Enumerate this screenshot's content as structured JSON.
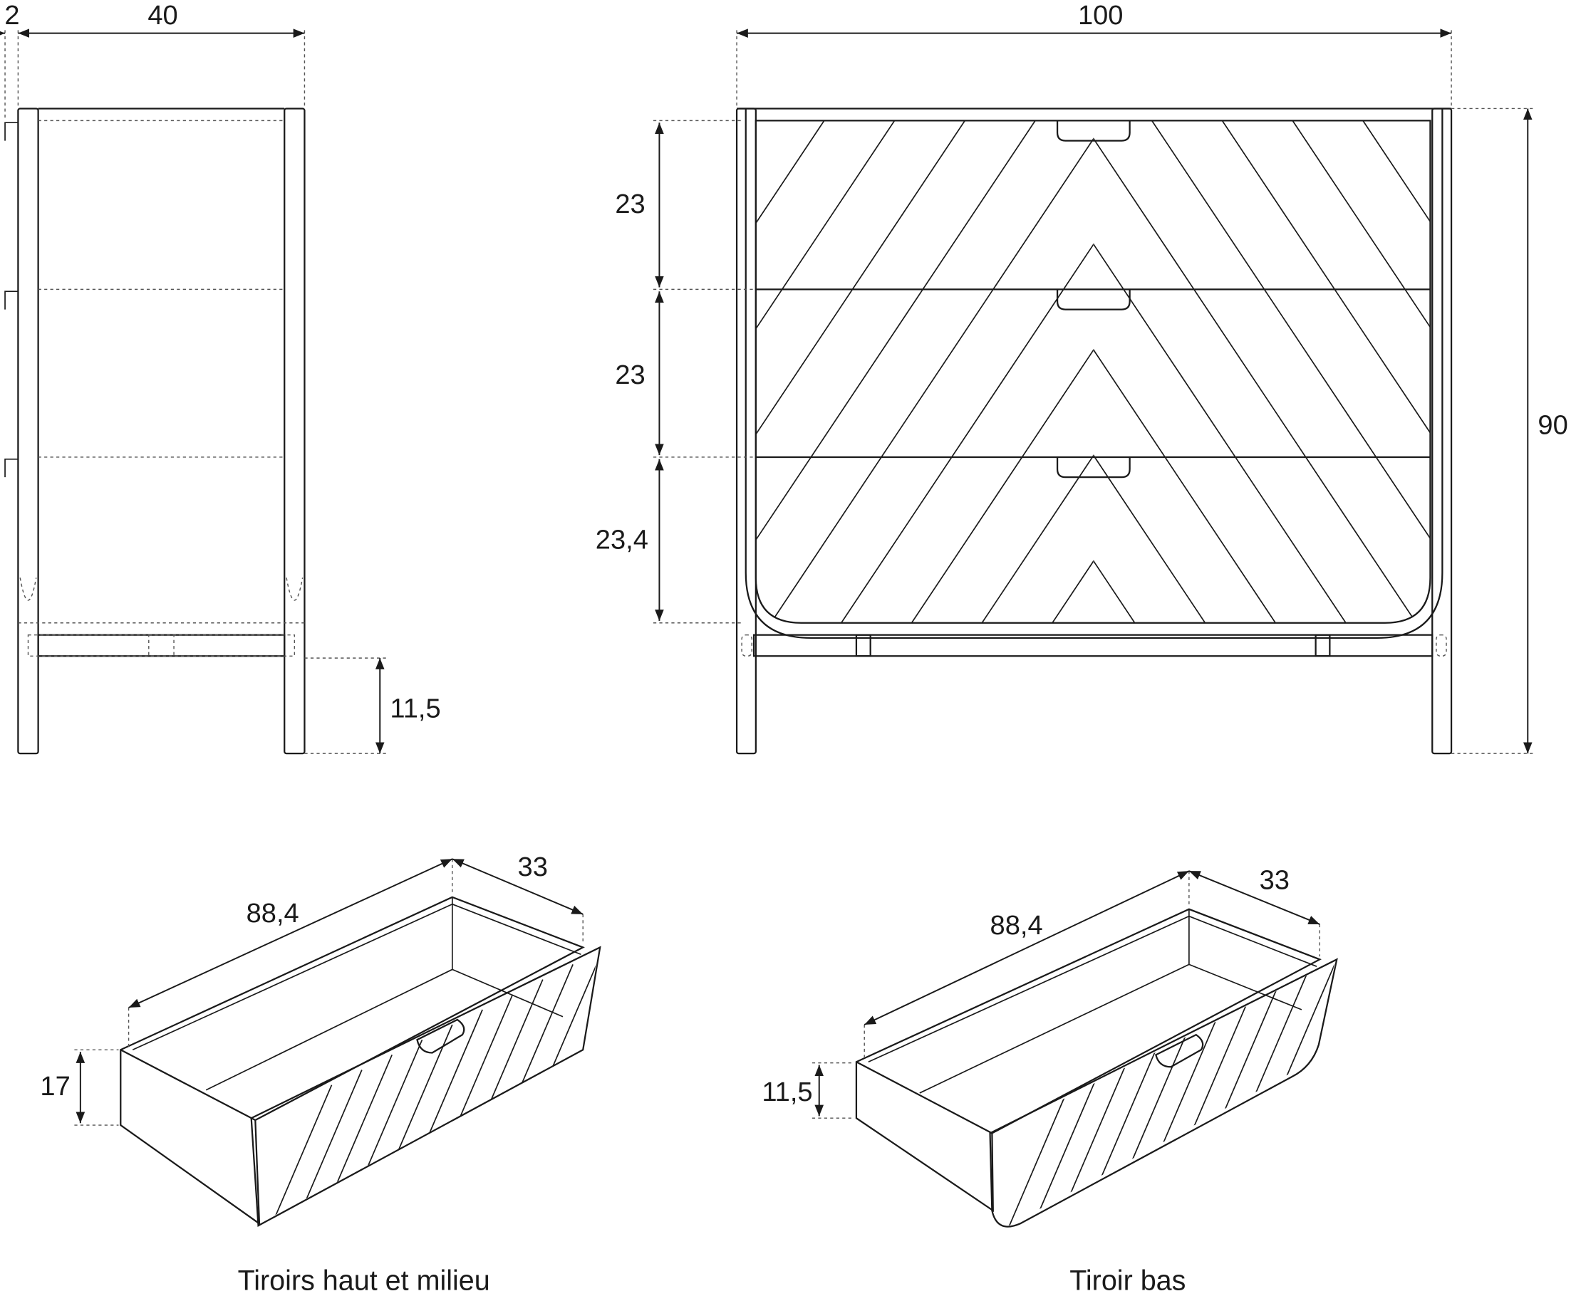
{
  "side_view": {
    "depth_label": "40",
    "thickness_label": "2",
    "leg_height_label": "11,5"
  },
  "front_view": {
    "width_label": "100",
    "height_label": "90",
    "drawer_heights": [
      "23",
      "23",
      "23,4"
    ]
  },
  "drawer_top_middle": {
    "length_label": "88,4",
    "depth_label": "33",
    "height_label": "17",
    "caption": "Tiroirs haut et milieu"
  },
  "drawer_bottom": {
    "length_label": "88,4",
    "depth_label": "33",
    "height_label": "11,5",
    "caption": "Tiroir bas"
  },
  "colors": {
    "line": "#1a1a1a",
    "background": "#ffffff"
  }
}
